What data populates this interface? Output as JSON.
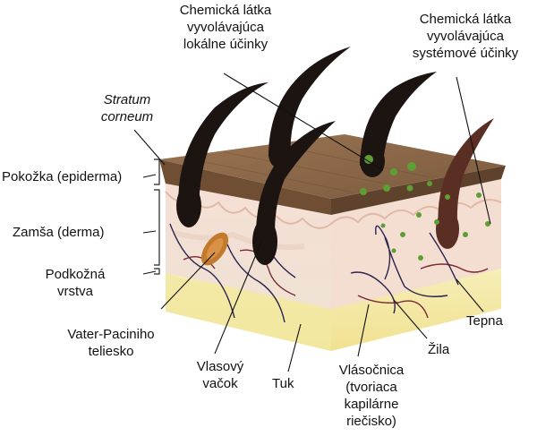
{
  "labels": {
    "local_substance": [
      "Chemická látka",
      "vyvolávajúca",
      "lokálne účinky"
    ],
    "systemic_substance": [
      "Chemická látka",
      "vyvolávajúca",
      "systémové účinky"
    ],
    "stratum_corneum": [
      "Stratum",
      "corneum"
    ],
    "epidermis": "Pokožka (epiderma)",
    "dermis": "Zamša (derma)",
    "subcutis": [
      "Podkožná",
      "vrstva"
    ],
    "pacini": [
      "Vater-Paciniho",
      "teliesko"
    ],
    "follicle": [
      "Vlasový",
      "vačok"
    ],
    "fat": "Tuk",
    "capillary": [
      "Vlásočnica",
      "(tvoriaca",
      "kapilárne",
      "riečisko)"
    ],
    "vein": "Žila",
    "artery": "Tepna"
  },
  "colors": {
    "epidermis_top": "#8a6748",
    "epidermis_side": "#6f4e34",
    "dermis": "#f2d9cc",
    "fat": "#f4e9a6",
    "hair": "#1c1411",
    "artery_hair": "#5a2e22",
    "substance_dots": "#5e9e34",
    "pacini": "#c47a2c"
  }
}
